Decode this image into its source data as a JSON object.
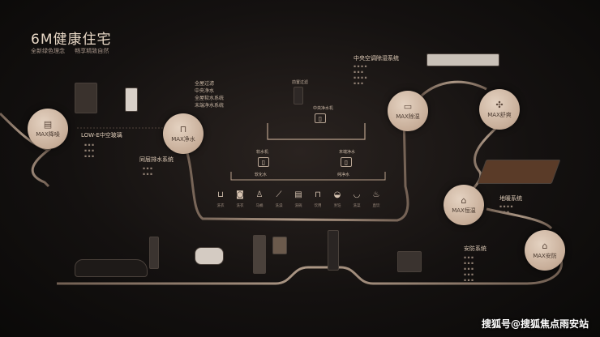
{
  "header": {
    "title": "6M健康住宅",
    "tags": [
      "全新绿色理念",
      "畅享精致自然"
    ]
  },
  "nodes": {
    "noise": {
      "label": "MAX降噪",
      "icon": "window-icon"
    },
    "water": {
      "label": "MAX净水",
      "icon": "faucet-icon"
    },
    "humid": {
      "label": "MAX除湿",
      "icon": "ac-icon"
    },
    "comfort": {
      "label": "MAX舒爽",
      "icon": "fan-icon"
    },
    "temp": {
      "label": "MAX恒温",
      "icon": "house-heat-icon"
    },
    "security": {
      "label": "MAX安防",
      "icon": "shield-house-icon"
    }
  },
  "labels": {
    "lowe": "LOW-E中空玻璃",
    "drain": "同层排水系统",
    "water_list": [
      "全屋过滤",
      "中央净水",
      "全屋软水系统",
      "末端净水系统"
    ],
    "ac": "中央空调除湿系统",
    "floor_heat": "地暖系统",
    "security": "安防系统",
    "pre_filter": "前置过滤",
    "central": "中央净水机",
    "soft": "软水机",
    "terminal": "末端净水",
    "soft_water": "软化水",
    "purified": "纯净水"
  },
  "appliances": [
    {
      "label": "洗衣",
      "icon": "sink-icon"
    },
    {
      "label": "洗衣",
      "icon": "washer-icon"
    },
    {
      "label": "马桶",
      "icon": "toilet-icon"
    },
    {
      "label": "洗澡",
      "icon": "shower-icon"
    },
    {
      "label": "洗碗",
      "icon": "dish-icon"
    },
    {
      "label": "饮用",
      "icon": "cup-icon"
    },
    {
      "label": "烹饪",
      "icon": "pot-icon"
    },
    {
      "label": "洗菜",
      "icon": "bowl-icon"
    },
    {
      "label": "直饮",
      "icon": "bottle-icon"
    }
  ],
  "watermark": "搜狐号@搜狐焦点雨安站",
  "colors": {
    "node": "#c7ad98",
    "path": "#b9a08b",
    "bg": "#141110"
  }
}
